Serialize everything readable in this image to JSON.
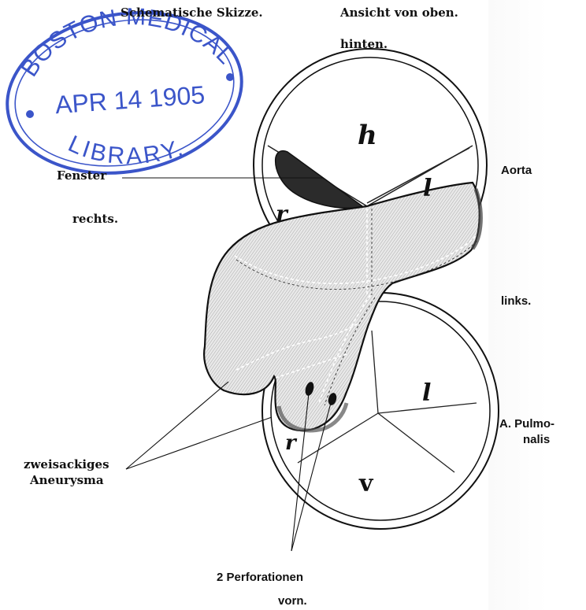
{
  "header": {
    "title": "Schematische Skizze.",
    "view": "Ansicht von oben.",
    "back": "hinten."
  },
  "stamp": {
    "line1": "BOSTON MEDICAL",
    "date": "APR 14 1905",
    "line3": "LIBRARY."
  },
  "labels": {
    "fenster": "Fenster",
    "rechts": "rechts.",
    "aorta": "Aorta",
    "links": "links.",
    "pulmonalis_1": "A. Pulmo-",
    "pulmonalis_2": "nalis",
    "aneurysm_1": "zweisackiges",
    "aneurysm_2": "Aneurysma",
    "perforations_1": "2 Perforationen",
    "perforations_2": "vorn."
  },
  "valve_letters": {
    "aorta_h": "h",
    "aorta_r": "r",
    "aorta_l": "l",
    "pulm_l": "l",
    "pulm_r": "r",
    "pulm_v": "v"
  },
  "colors": {
    "stamp": "#3b55c9",
    "ink": "#111111",
    "hatch": "#c9c9c9"
  }
}
